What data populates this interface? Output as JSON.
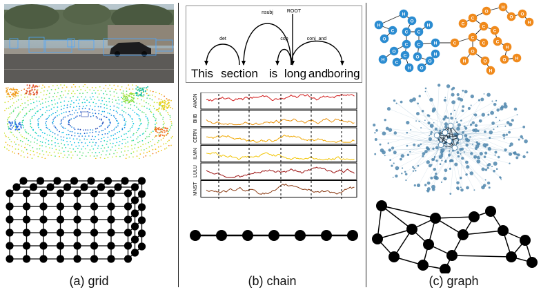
{
  "captions": {
    "grid": "(a) grid",
    "chain": "(b) chain",
    "graph": "(c) graph"
  },
  "dependency": {
    "words": [
      "This",
      "section",
      "is",
      "long",
      "and",
      "boring",
      "."
    ],
    "arcs": [
      {
        "label": "det",
        "from": 1,
        "to": 0
      },
      {
        "label": "nsubj",
        "from": 3,
        "to": 1
      },
      {
        "label": "cop",
        "from": 3,
        "to": 2
      },
      {
        "label": "conj_and",
        "from": 3,
        "to": 5
      }
    ],
    "root_label": "ROOT",
    "root_word": 3
  },
  "timeseries": {
    "tickers": [
      "AMGN",
      "BIIB",
      "CERN",
      "ILMN",
      "LULU",
      "MNST"
    ],
    "colors": [
      "#d11b1b",
      "#e8910c",
      "#f0a800",
      "#f2c400",
      "#9b1010",
      "#8a3a12"
    ]
  },
  "colors": {
    "molecule_blue": "#2b8cd1",
    "molecule_orange": "#f08a1c",
    "network": "#4f86ad",
    "node_black": "#000000"
  },
  "molecule": {
    "blue_atoms": [
      "H",
      "O",
      "H",
      "C",
      "C",
      "O",
      "C",
      "H",
      "C",
      "C",
      "H",
      "O",
      "C",
      "O",
      "H",
      "O",
      "C",
      "H",
      "O",
      "H"
    ],
    "orange_atoms": [
      "C",
      "C",
      "O",
      "H",
      "C",
      "C",
      "O",
      "O",
      "H",
      "C",
      "C",
      "O",
      "H",
      "C",
      "H",
      "O",
      "H",
      "O",
      "H",
      "C"
    ]
  }
}
